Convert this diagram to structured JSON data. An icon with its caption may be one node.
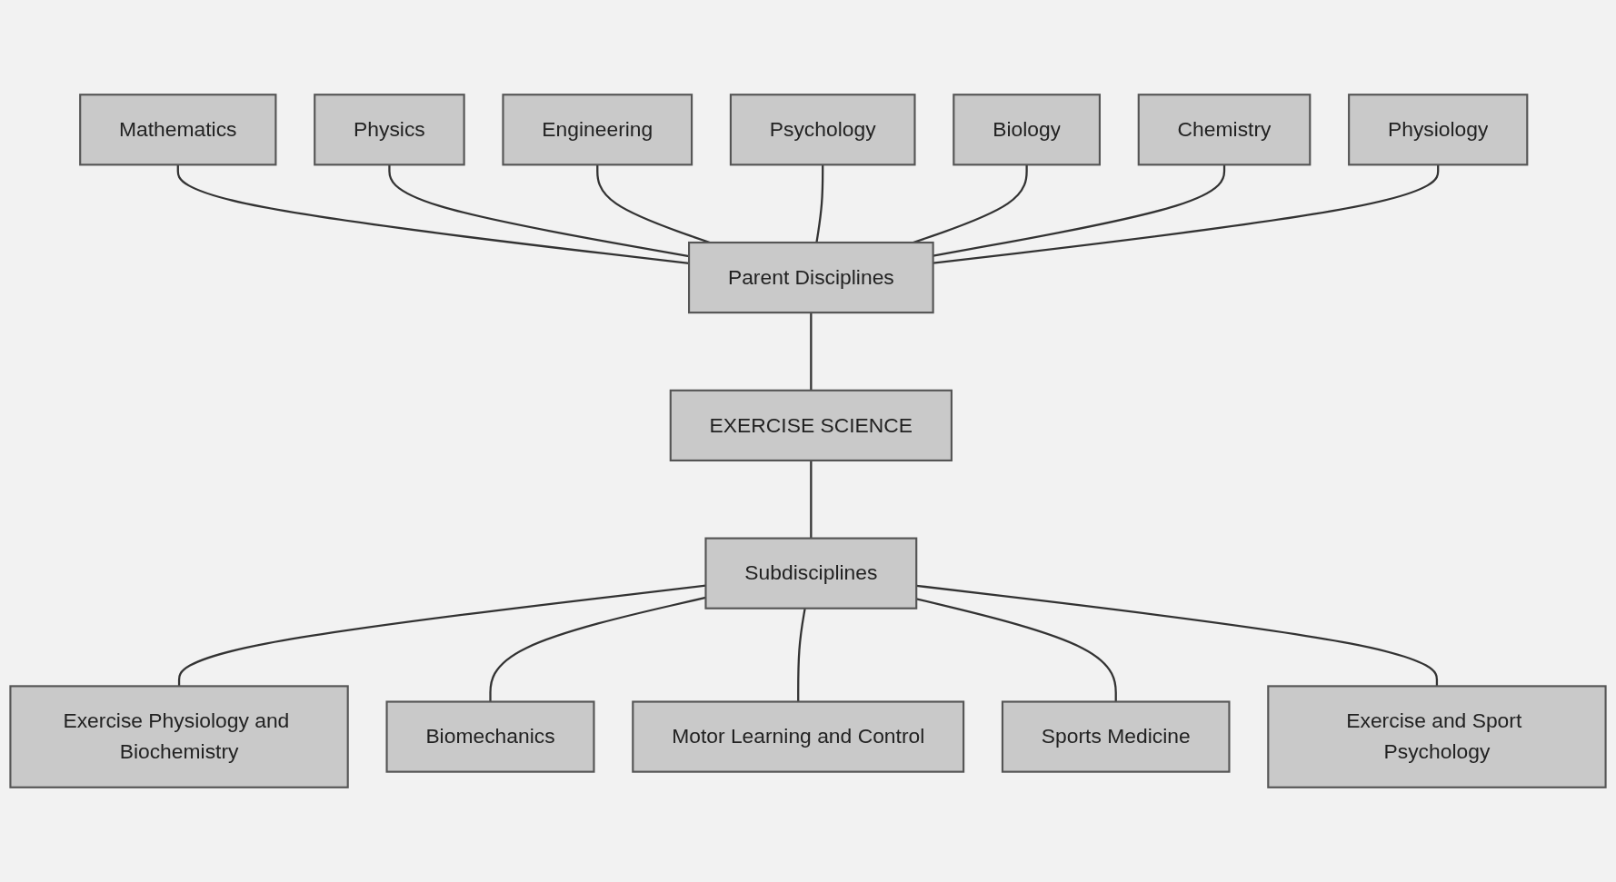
{
  "diagram": {
    "nodes": [
      {
        "text": [
          "Mathematics"
        ]
      },
      {
        "text": [
          "Engineering"
        ]
      },
      {
        "text": [
          "Biology"
        ]
      },
      {
        "text": [
          "Physiology"
        ]
      },
      {
        "text": [
          "Physics"
        ]
      },
      {
        "text": [
          "Psychology"
        ]
      },
      {
        "text": [
          "Chemistry"
        ]
      },
      {
        "text": [
          "Parent Disciplines"
        ]
      },
      {
        "text": [
          "EXERCISE SCIENCE"
        ]
      },
      {
        "text": [
          "Subdisciplines"
        ]
      },
      {
        "text": [
          "Exercise Physiology and Biochemistry"
        ]
      },
      {
        "text": [
          "Biomechanics"
        ]
      },
      {
        "text": [
          "Motor Learning and Control"
        ]
      },
      {
        "text": [
          "Sports Medicine"
        ]
      },
      {
        "text": [
          "Exercise and Sport Psychology"
        ]
      }
    ],
    "edges": [
      {
        "from": 0,
        "to": 7,
        "arrow": "none"
      },
      {
        "from": 4,
        "to": 7,
        "arrow": "none"
      },
      {
        "from": 1,
        "to": 7,
        "arrow": "none"
      },
      {
        "from": 5,
        "to": 7,
        "arrow": "none"
      },
      {
        "from": 2,
        "to": 7,
        "arrow": "none"
      },
      {
        "from": 6,
        "to": 7,
        "arrow": "none"
      },
      {
        "from": 3,
        "to": 7,
        "arrow": "none"
      },
      {
        "from": 7,
        "to": 8,
        "arrow": "none"
      },
      {
        "from": 8,
        "to": 9,
        "arrow": "none"
      },
      {
        "from": 9,
        "to": 10,
        "arrow": "none"
      },
      {
        "from": 9,
        "to": 11,
        "arrow": "none"
      },
      {
        "from": 9,
        "to": 12,
        "arrow": "none"
      },
      {
        "from": 9,
        "to": 13,
        "arrow": "none"
      },
      {
        "from": 9,
        "to": 14,
        "arrow": "none"
      }
    ]
  }
}
